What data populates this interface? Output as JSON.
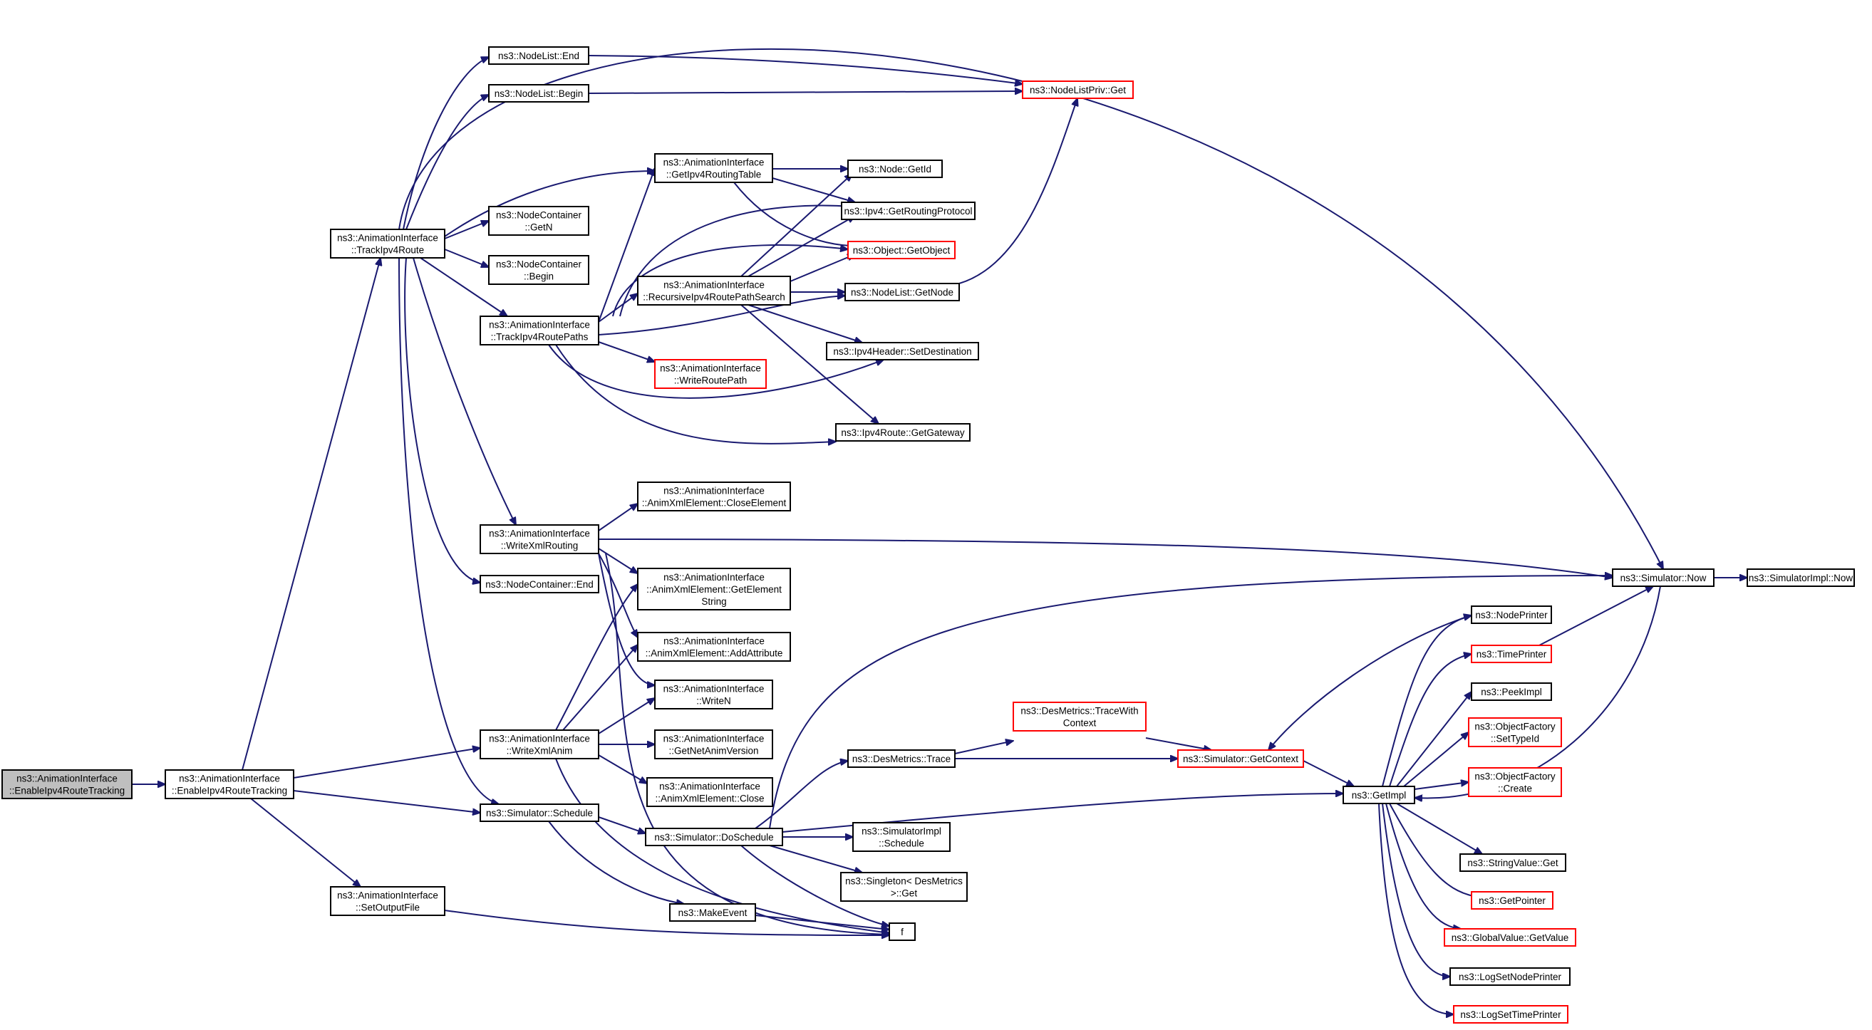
{
  "diagram": {
    "type": "call-graph",
    "colors": {
      "edge": "#191970",
      "node_border": "#000000",
      "truncated_node_border": "#ff0000",
      "root_fill": "#bfbfbf",
      "background": "#ffffff"
    },
    "nodes": [
      {
        "id": "root",
        "lines": [
          "ns3::AnimationInterface",
          "::EnableIpv4RouteTracking"
        ],
        "style": "root"
      },
      {
        "id": "enable",
        "lines": [
          "ns3::AnimationInterface",
          "::EnableIpv4RouteTracking"
        ],
        "style": "normal"
      },
      {
        "id": "track",
        "lines": [
          "ns3::AnimationInterface",
          "::TrackIpv4Route"
        ],
        "style": "normal"
      },
      {
        "id": "setoutput",
        "lines": [
          "ns3::AnimationInterface",
          "::SetOutputFile"
        ],
        "style": "normal"
      },
      {
        "id": "nodelist_end",
        "lines": [
          "ns3::NodeList::End"
        ],
        "style": "normal"
      },
      {
        "id": "nodelist_begin",
        "lines": [
          "ns3::NodeList::Begin"
        ],
        "style": "normal"
      },
      {
        "id": "nc_getn",
        "lines": [
          "ns3::NodeContainer",
          "::GetN"
        ],
        "style": "normal"
      },
      {
        "id": "nc_begin",
        "lines": [
          "ns3::NodeContainer",
          "::Begin"
        ],
        "style": "normal"
      },
      {
        "id": "trackpaths",
        "lines": [
          "ns3::AnimationInterface",
          "::TrackIpv4RoutePaths"
        ],
        "style": "normal"
      },
      {
        "id": "writexmlrouting",
        "lines": [
          "ns3::AnimationInterface",
          "::WriteXmlRouting"
        ],
        "style": "normal"
      },
      {
        "id": "nc_end",
        "lines": [
          "ns3::NodeContainer::End"
        ],
        "style": "normal"
      },
      {
        "id": "writexmlanim",
        "lines": [
          "ns3::AnimationInterface",
          "::WriteXmlAnim"
        ],
        "style": "normal"
      },
      {
        "id": "sim_schedule",
        "lines": [
          "ns3::Simulator::Schedule"
        ],
        "style": "normal"
      },
      {
        "id": "getrouting",
        "lines": [
          "ns3::AnimationInterface",
          "::GetIpv4RoutingTable"
        ],
        "style": "normal"
      },
      {
        "id": "recursive",
        "lines": [
          "ns3::AnimationInterface",
          "::RecursiveIpv4RoutePathSearch"
        ],
        "style": "normal"
      },
      {
        "id": "writeroutepath",
        "lines": [
          "ns3::AnimationInterface",
          "::WriteRoutePath"
        ],
        "style": "red"
      },
      {
        "id": "closeelement",
        "lines": [
          "ns3::AnimationInterface",
          "::AnimXmlElement::CloseElement"
        ],
        "style": "normal"
      },
      {
        "id": "getelementstring",
        "lines": [
          "ns3::AnimationInterface",
          "::AnimXmlElement::GetElement",
          "String"
        ],
        "style": "normal"
      },
      {
        "id": "addattribute",
        "lines": [
          "ns3::AnimationInterface",
          "::AnimXmlElement::AddAttribute"
        ],
        "style": "normal"
      },
      {
        "id": "writen",
        "lines": [
          "ns3::AnimationInterface",
          "::WriteN"
        ],
        "style": "normal"
      },
      {
        "id": "getnetanimversion",
        "lines": [
          "ns3::AnimationInterface",
          "::GetNetAnimVersion"
        ],
        "style": "normal"
      },
      {
        "id": "close",
        "lines": [
          "ns3::AnimationInterface",
          "::AnimXmlElement::Close"
        ],
        "style": "normal"
      },
      {
        "id": "doschedule",
        "lines": [
          "ns3::Simulator::DoSchedule"
        ],
        "style": "normal"
      },
      {
        "id": "makeevent",
        "lines": [
          "ns3::MakeEvent"
        ],
        "style": "normal"
      },
      {
        "id": "nodelistpriv_get",
        "lines": [
          "ns3::NodeListPriv::Get"
        ],
        "style": "red"
      },
      {
        "id": "node_getid",
        "lines": [
          "ns3::Node::GetId"
        ],
        "style": "normal"
      },
      {
        "id": "ipv4_getrp",
        "lines": [
          "ns3::Ipv4::GetRoutingProtocol"
        ],
        "style": "normal"
      },
      {
        "id": "object_getobject",
        "lines": [
          "ns3::Object::GetObject"
        ],
        "style": "red"
      },
      {
        "id": "nodelist_getnode",
        "lines": [
          "ns3::NodeList::GetNode"
        ],
        "style": "normal"
      },
      {
        "id": "ipv4header_setdest",
        "lines": [
          "ns3::Ipv4Header::SetDestination"
        ],
        "style": "normal"
      },
      {
        "id": "ipv4route_getgw",
        "lines": [
          "ns3::Ipv4Route::GetGateway"
        ],
        "style": "normal"
      },
      {
        "id": "desmetrics_trace",
        "lines": [
          "ns3::DesMetrics::Trace"
        ],
        "style": "normal"
      },
      {
        "id": "simimpl_schedule",
        "lines": [
          "ns3::SimulatorImpl",
          "::Schedule"
        ],
        "style": "normal"
      },
      {
        "id": "singleton_get",
        "lines": [
          "ns3::Singleton< DesMetrics",
          ">::Get"
        ],
        "style": "normal"
      },
      {
        "id": "f",
        "lines": [
          "f"
        ],
        "style": "normal"
      },
      {
        "id": "tracewithcontext",
        "lines": [
          "ns3::DesMetrics::TraceWith",
          "Context"
        ],
        "style": "red"
      },
      {
        "id": "sim_getcontext",
        "lines": [
          "ns3::Simulator::GetContext"
        ],
        "style": "red"
      },
      {
        "id": "sim_now",
        "lines": [
          "ns3::Simulator::Now"
        ],
        "style": "normal"
      },
      {
        "id": "simimpl_now",
        "lines": [
          "ns3::SimulatorImpl::Now"
        ],
        "style": "normal"
      },
      {
        "id": "getimpl",
        "lines": [
          "ns3::GetImpl"
        ],
        "style": "normal"
      },
      {
        "id": "nodeprinter",
        "lines": [
          "ns3::NodePrinter"
        ],
        "style": "normal"
      },
      {
        "id": "timeprinter",
        "lines": [
          "ns3::TimePrinter"
        ],
        "style": "red"
      },
      {
        "id": "peekimpl",
        "lines": [
          "ns3::PeekImpl"
        ],
        "style": "normal"
      },
      {
        "id": "of_settypeid",
        "lines": [
          "ns3::ObjectFactory",
          "::SetTypeId"
        ],
        "style": "red"
      },
      {
        "id": "of_create",
        "lines": [
          "ns3::ObjectFactory",
          "::Create"
        ],
        "style": "red"
      },
      {
        "id": "stringvalue_get",
        "lines": [
          "ns3::StringValue::Get"
        ],
        "style": "normal"
      },
      {
        "id": "getpointer",
        "lines": [
          "ns3::GetPointer"
        ],
        "style": "red"
      },
      {
        "id": "globalvalue_getvalue",
        "lines": [
          "ns3::GlobalValue::GetValue"
        ],
        "style": "red"
      },
      {
        "id": "logsetnodeprinter",
        "lines": [
          "ns3::LogSetNodePrinter"
        ],
        "style": "normal"
      },
      {
        "id": "logsettimeprinter",
        "lines": [
          "ns3::LogSetTimePrinter"
        ],
        "style": "red"
      }
    ]
  }
}
